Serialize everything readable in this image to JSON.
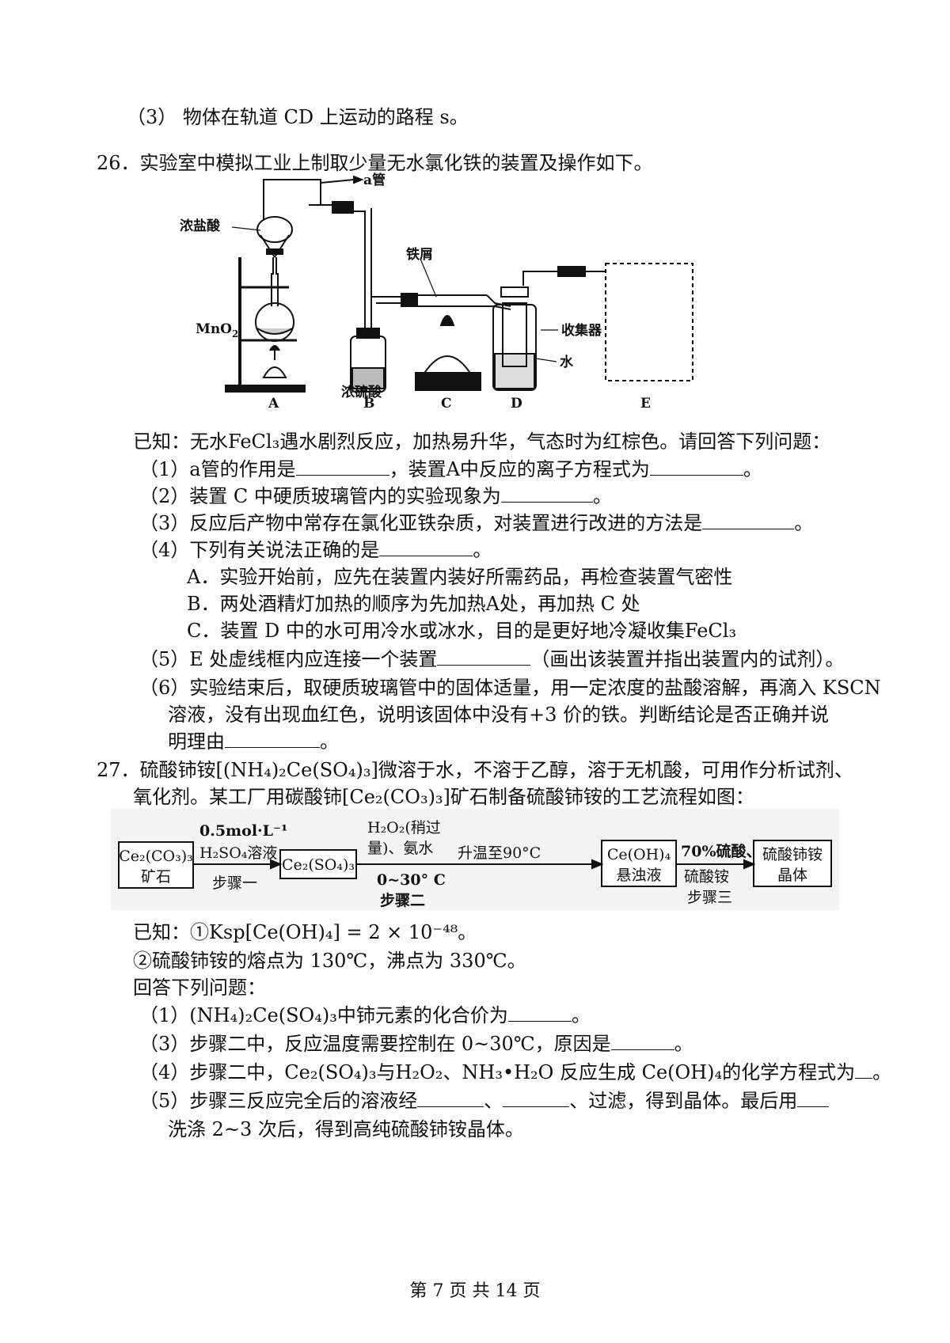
{
  "top": {
    "q25_3": "（3） 物体在轨道 CD 上运动的路程 s。"
  },
  "q26": {
    "title": "26．实验室中模拟工业上制取少量无水氯化铁的装置及操作如下。",
    "diagram_labels": {
      "a_tube": "a管",
      "hcl": "浓盐酸",
      "mno2": "MnO",
      "mno2_sub": "2",
      "iron": "铁屑",
      "h2so4": "浓硫酸",
      "collector": "收集器",
      "water": "水",
      "A": "A",
      "B": "B",
      "C": "C",
      "D": "D",
      "E": "E"
    },
    "known": "已知：无水FeCl₃遇水剧烈反应，加热易升华，气态时为红棕色。请回答下列问题：",
    "q1a": "（1）a管的作用是",
    "q1b": "，装置A中反应的离子方程式为",
    "q1c": "。",
    "q2a": "（2）装置 C 中硬质玻璃管内的实验现象为",
    "q2b": "。",
    "q3a": "（3）反应后产物中常存在氯化亚铁杂质，对装置进行改进的方法是",
    "q3b": "。",
    "q4a": "（4）下列有关说法正确的是",
    "q4b": "。",
    "optA": "A．实验开始前，应先在装置内装好所需药品，再检查装置气密性",
    "optB": "B．两处酒精灯加热的顺序为先加热A处，再加热 C 处",
    "optC": "C．装置 D 中的水可用冷水或冰水，目的是更好地冷凝收集FeCl₃",
    "q5a": "（5）E 处虚线框内应连接一个装置",
    "q5b": "（画出该装置并指出装置内的试剂）。",
    "q6_l1": "（6）实验结束后，取硬质玻璃管中的固体适量，用一定浓度的盐酸溶解，再滴入 KSCN",
    "q6_l2": "溶液，没有出现血红色，说明该固体中没有+3 价的铁。判断结论是否正确并说",
    "q6_l3a": "明理由",
    "q6_l3b": "。"
  },
  "q27": {
    "intro_l1": "27．硫酸铈铵[(NH₄)₂Ce(SO₄)₃]微溶于水，不溶于乙醇，溶于无机酸，可用作分析试剂、",
    "intro_l2": "氧化剂。某工厂用碳酸铈[Ce₂(CO₃)₃]矿石制备硫酸铈铵的工艺流程如图：",
    "flow": {
      "box1_l1": "Ce₂(CO₃)₃",
      "box1_l2": "矿石",
      "reagent1_l1": "0.5mol·L⁻¹",
      "reagent1_l2": "H₂SO₄溶液",
      "step1": "步骤一",
      "box2": "Ce₂(SO₄)₃",
      "reagent2_l1": "H₂O₂(稍过",
      "reagent2_l2": "量)、氨水",
      "temp2": "0~30° C",
      "step2": "步骤二",
      "heat": "升温至90°C",
      "box3_l1": "Ce(OH)₄",
      "box3_l2": "悬浊液",
      "reagent3_l1": "70%硫酸、",
      "reagent3_l2": "硫酸铵",
      "step3": "步骤三",
      "box4_l1": "硫酸铈铵",
      "box4_l2": "晶体"
    },
    "known1": "已知：①Ksp[Ce(OH)₄] = 2 × 10⁻⁴⁸。",
    "known2": "②硫酸铈铵的熔点为 130℃，沸点为 330℃。",
    "answer_prompt": "回答下列问题：",
    "q1a": "（1）(NH₄)₂Ce(SO₄)₃中铈元素的化合价为",
    "q1b": "。",
    "q3a": "（3）步骤二中，反应温度需要控制在 0~30℃，原因是",
    "q3b": "。",
    "q4a": "（4）步骤二中，Ce₂(SO₄)₃与H₂O₂、NH₃•H₂O 反应生成 Ce(OH)₄的化学方程式为",
    "q4b": "。",
    "q5_l1a": "（5）步骤三反应完全后的溶液经",
    "q5_l1b": "、",
    "q5_l1c": "、过滤，得到晶体。最后用",
    "q5_l2": "洗涤 2~3 次后，得到高纯硫酸铈铵晶体。"
  },
  "footer": "第 7 页 共 14 页"
}
